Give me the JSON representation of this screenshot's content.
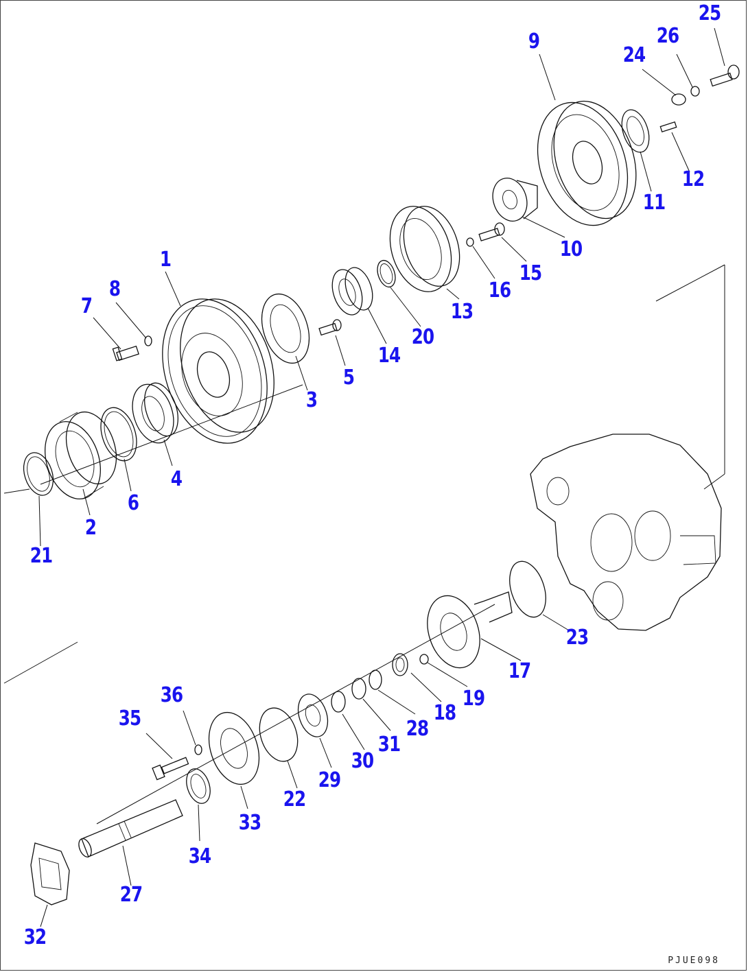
{
  "diagram": {
    "drawing_code": "PJUE098",
    "parts": [
      {
        "id": "p1",
        "label": "1"
      },
      {
        "id": "p2",
        "label": "2"
      },
      {
        "id": "p3",
        "label": "3"
      },
      {
        "id": "p4",
        "label": "4"
      },
      {
        "id": "p5",
        "label": "5"
      },
      {
        "id": "p6",
        "label": "6"
      },
      {
        "id": "p7",
        "label": "7"
      },
      {
        "id": "p8",
        "label": "8"
      },
      {
        "id": "p9",
        "label": "9"
      },
      {
        "id": "p10",
        "label": "10"
      },
      {
        "id": "p11",
        "label": "11"
      },
      {
        "id": "p12",
        "label": "12"
      },
      {
        "id": "p13",
        "label": "13"
      },
      {
        "id": "p14",
        "label": "14"
      },
      {
        "id": "p15",
        "label": "15"
      },
      {
        "id": "p16",
        "label": "16"
      },
      {
        "id": "p17",
        "label": "17"
      },
      {
        "id": "p18",
        "label": "18"
      },
      {
        "id": "p19",
        "label": "19"
      },
      {
        "id": "p20",
        "label": "20"
      },
      {
        "id": "p21",
        "label": "21"
      },
      {
        "id": "p22",
        "label": "22"
      },
      {
        "id": "p23",
        "label": "23"
      },
      {
        "id": "p24",
        "label": "24"
      },
      {
        "id": "p25",
        "label": "25"
      },
      {
        "id": "p26",
        "label": "26"
      },
      {
        "id": "p27",
        "label": "27"
      },
      {
        "id": "p28",
        "label": "28"
      },
      {
        "id": "p29",
        "label": "29"
      },
      {
        "id": "p30",
        "label": "30"
      },
      {
        "id": "p31",
        "label": "31"
      },
      {
        "id": "p32",
        "label": "32"
      },
      {
        "id": "p33",
        "label": "33"
      },
      {
        "id": "p34",
        "label": "34"
      },
      {
        "id": "p35",
        "label": "35"
      },
      {
        "id": "p36",
        "label": "36"
      }
    ],
    "colors": {
      "label": "#1a14ee",
      "line": "#111111"
    }
  }
}
